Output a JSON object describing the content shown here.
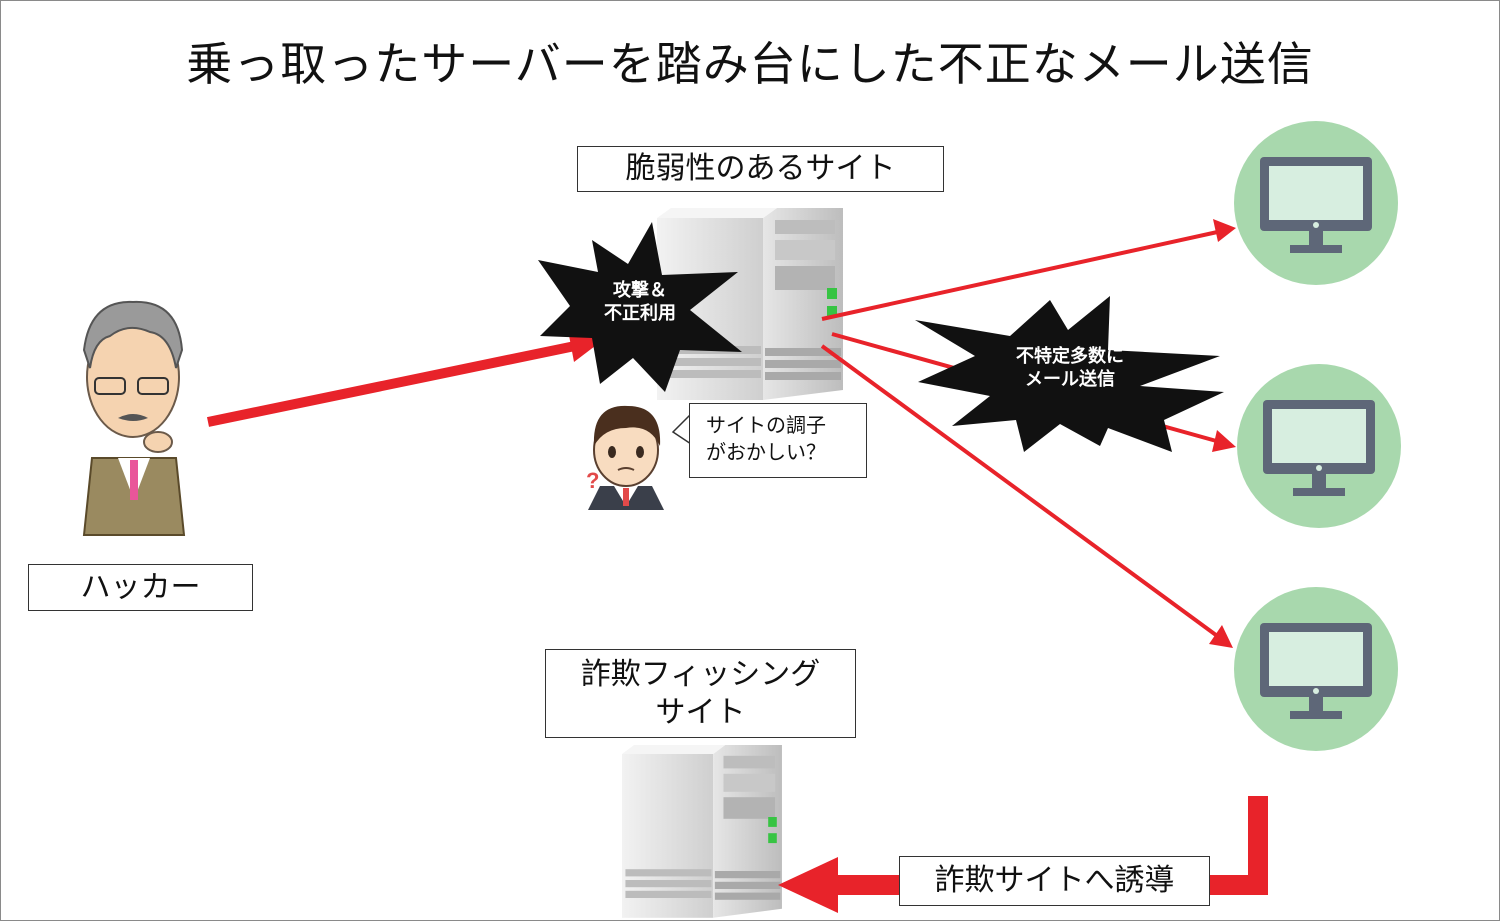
{
  "title": "乗っ取ったサーバーを踏み台にした不正なメール送信",
  "labels": {
    "vulnerable_site": "脆弱性のあるサイト",
    "hacker": "ハッカー",
    "phishing_site_line1": "詐欺フィッシング",
    "phishing_site_line2": "サイト",
    "redirect": "詐欺サイトへ誘導"
  },
  "bursts": {
    "attack_line1": "攻撃＆",
    "attack_line2": "不正利用",
    "spam_line1": "不特定多数に",
    "spam_line2": "メール送信"
  },
  "speech_bubble": {
    "line1": "サイトの調子",
    "line2": "がおかしい？"
  },
  "icons": {
    "server": "server-tower-icon",
    "monitor": "computer-monitor-icon",
    "hacker": "hacker-person-icon",
    "admin": "confused-admin-icon",
    "question": "question-mark-icon"
  },
  "colors": {
    "arrow": "#e8232a",
    "burst": "#111111",
    "monitor_circle": "#a8d8ad",
    "monitor_body": "#5e6778",
    "monitor_screen": "#d7eee0",
    "server_body": "#d9d9d9",
    "server_led": "#37c443"
  }
}
